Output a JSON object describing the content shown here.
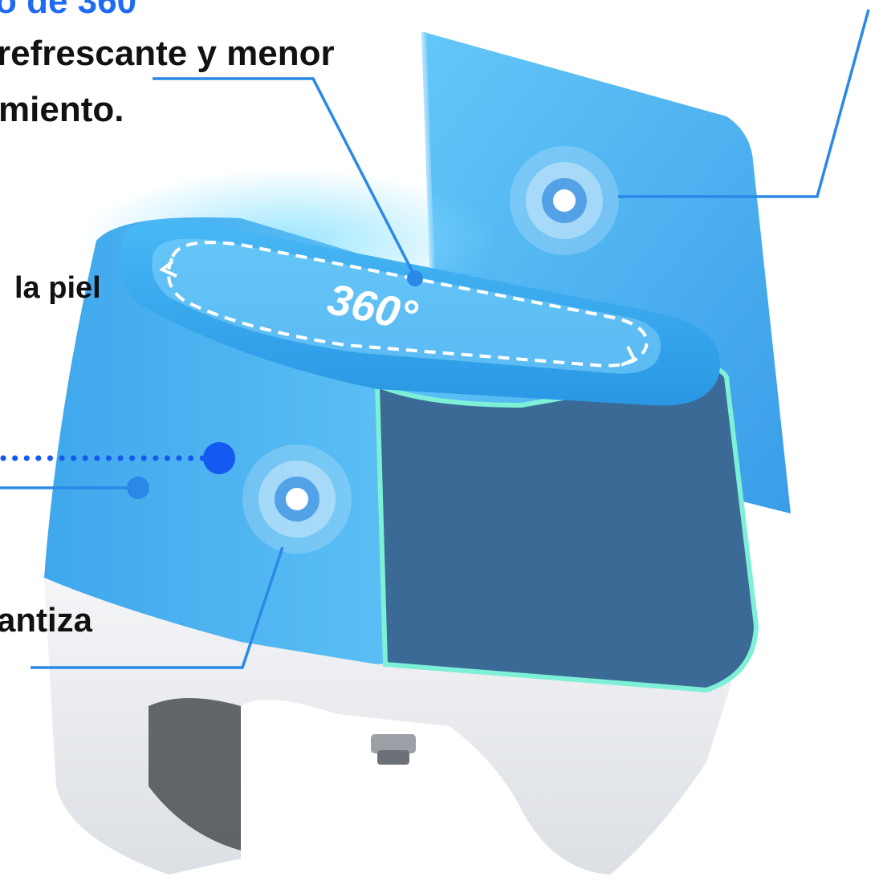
{
  "texts": {
    "title": "o de 360",
    "line1": "refrescante y menor",
    "line2": "miento.",
    "label_skin": "la piel",
    "label_guarantee": "antiza",
    "rotation_label": "360°"
  },
  "colors": {
    "title_blue": "#1f6bf0",
    "text_dark": "#111111",
    "body_blue": "#4fb6f2",
    "dark_panel": "#3a6a95",
    "accent_mint": "#7ef0d6",
    "callout_blue": "#2a88e6",
    "dot_blue": "#1459f0"
  }
}
